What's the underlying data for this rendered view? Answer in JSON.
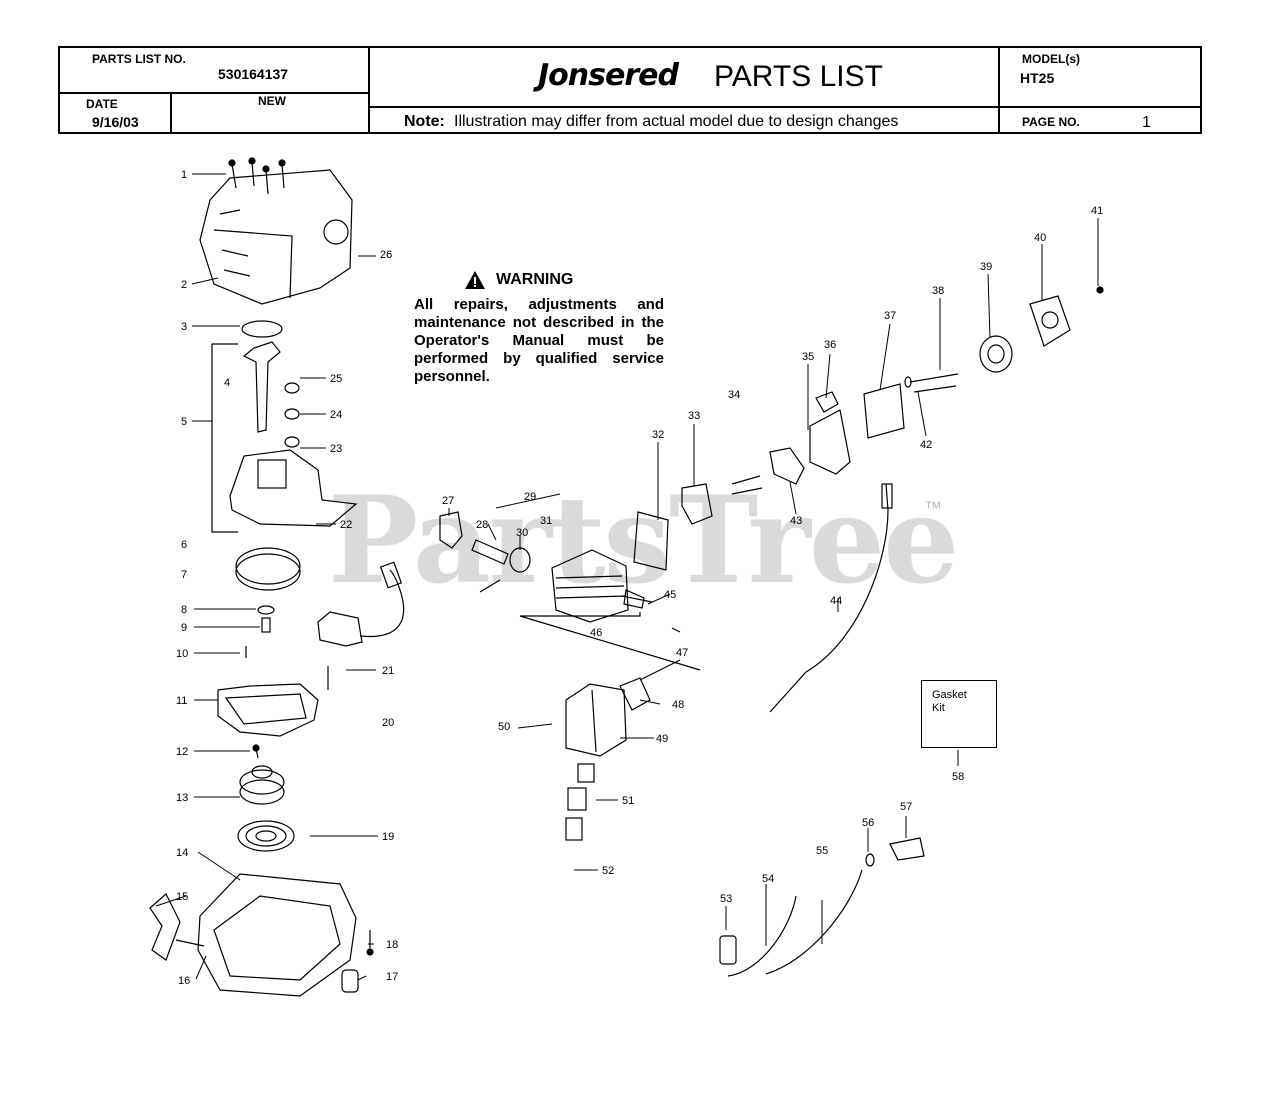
{
  "header": {
    "parts_list_no_label": "PARTS LIST NO.",
    "parts_list_no": "530164137",
    "date_label": "DATE",
    "date": "9/16/03",
    "new_label": "NEW",
    "brand": "Jonsered",
    "title": "PARTS LIST",
    "note_label": "Note:",
    "note_text": "Illustration may differ from actual model due to design changes",
    "model_label": "MODEL(s)",
    "model": "HT25",
    "page_label": "PAGE   NO.",
    "page": "1"
  },
  "warning": {
    "title": "WARNING",
    "body": "All repairs, adjustments and maintenance not described in the Operator's Manual must be performed by qualified service personnel."
  },
  "gasket_kit": {
    "label_line1": "Gasket",
    "label_line2": "Kit"
  },
  "watermark": {
    "text": "PartsTree",
    "trademark": "™"
  },
  "callouts": [
    "1",
    "2",
    "3",
    "4",
    "5",
    "6",
    "7",
    "8",
    "9",
    "10",
    "11",
    "12",
    "13",
    "14",
    "15",
    "16",
    "17",
    "18",
    "19",
    "20",
    "21",
    "22",
    "23",
    "24",
    "25",
    "26",
    "27",
    "28",
    "29",
    "30",
    "31",
    "32",
    "33",
    "34",
    "35",
    "36",
    "37",
    "38",
    "39",
    "40",
    "41",
    "42",
    "43",
    "44",
    "45",
    "46",
    "47",
    "48",
    "49",
    "50",
    "51",
    "52",
    "53",
    "54",
    "55",
    "56",
    "57",
    "58"
  ]
}
